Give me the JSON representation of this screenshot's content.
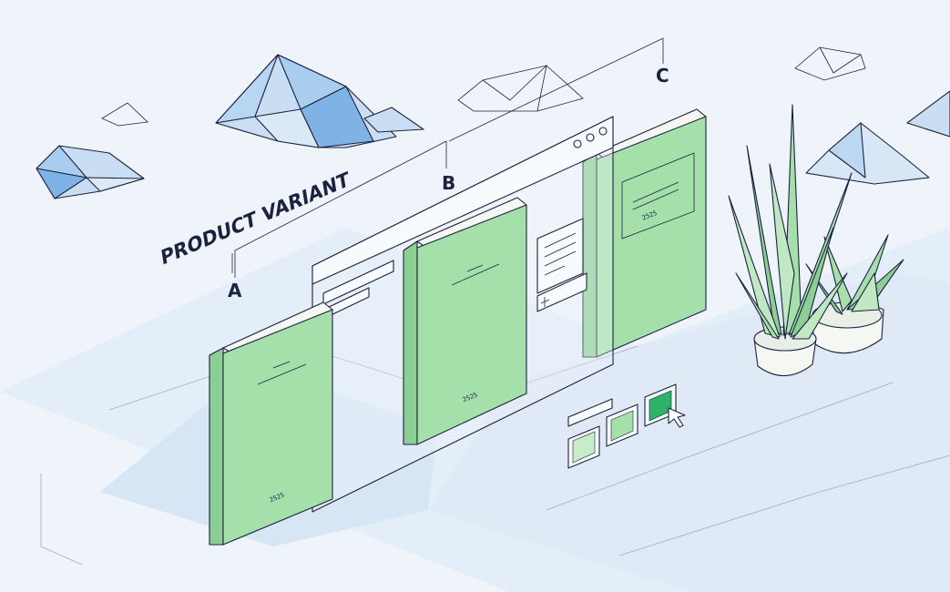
{
  "title": "PRODUCT VARIANT",
  "variants": [
    {
      "label": "A"
    },
    {
      "label": "B"
    },
    {
      "label": "C"
    }
  ],
  "book_emblem": "2525",
  "colors": {
    "background": "#eef4f9",
    "floor": "#dde9f4",
    "book_green": "#a5e0ab",
    "book_green_dark": "#8ccf94",
    "selected_swatch": "#2db36a",
    "ink": "#1d2140",
    "cloud_light": "#d7e7f5",
    "cloud_mid": "#a9cdee",
    "cloud_dark": "#7fb3e6"
  },
  "icons": [
    "cloud-icon",
    "book-icon",
    "browser-window-icon",
    "plant-pot-icon",
    "mouse-cursor-icon",
    "color-swatch-icon"
  ]
}
